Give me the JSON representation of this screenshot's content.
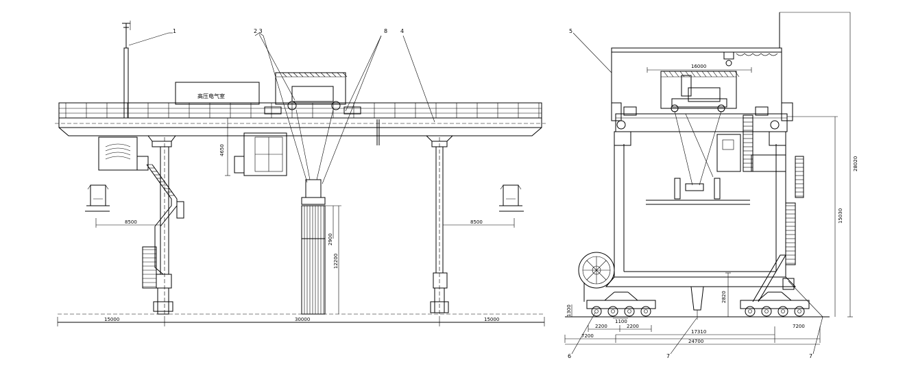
{
  "callouts": {
    "c1": "1",
    "c23": "2 3",
    "c8": "8",
    "c4": "4",
    "c5": "5",
    "c6": "6",
    "c7a": "7",
    "c7b": "7"
  },
  "front_view": {
    "room_label": "高压电气室",
    "dims": {
      "outreach_left": "8500",
      "outreach_right": "8500",
      "height_4650": "4650",
      "stack_2900": "2900",
      "stack_12200": "12200",
      "span_left": "15000",
      "span_center": "30000",
      "span_right": "15000"
    }
  },
  "side_view": {
    "dims": {
      "top_16000": "16000",
      "height_28020": "28020",
      "height_15030": "15030",
      "height_2820": "2820",
      "wheel_1300": "1300",
      "wheel_1100": "1100",
      "bogie_2200a": "2200",
      "bogie_2200b": "2200",
      "base_7200a": "7200",
      "base_7200b": "7200",
      "base_17310": "17310",
      "base_24700": "24700"
    }
  }
}
